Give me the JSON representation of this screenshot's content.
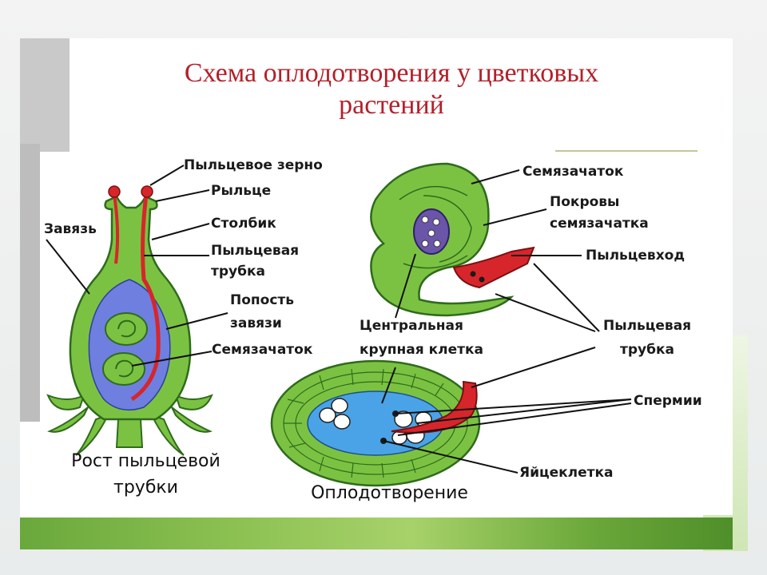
{
  "title": {
    "line1": "Схема оплодотворения у цветковых",
    "line2": "растений"
  },
  "labels": {
    "pollen_grain": "Пыльцевое зерно",
    "stigma": "Рыльце",
    "ovary": "Завязь",
    "style": "Столбик",
    "pollen_tube_1": "Пыльцевая",
    "pollen_tube_2": "трубка",
    "ovary_cavity_1": "Попость",
    "ovary_cavity_2": "завязи",
    "ovule_left": "Семязачаток",
    "ovule_right": "Семязачаток",
    "integuments_1": "Покровы",
    "integuments_2": "семязачатка",
    "micropyle": "Пыльцевход",
    "central_cell_1": "Центральная",
    "central_cell_2": "крупная клетка",
    "pollen_tube_right_1": "Пыльцевая",
    "pollen_tube_right_2": "трубка",
    "sperm": "Спермии",
    "egg_cell": "Яйцеклетка"
  },
  "captions": {
    "growth_1": "Рост пыльцевой",
    "growth_2": "трубки",
    "fertilization": "Оплодотворение"
  },
  "colors": {
    "title": "#b3202a",
    "plant_green": "#7cc242",
    "cavity_blue": "#6f7fe0",
    "tube_red": "#d7262b"
  }
}
